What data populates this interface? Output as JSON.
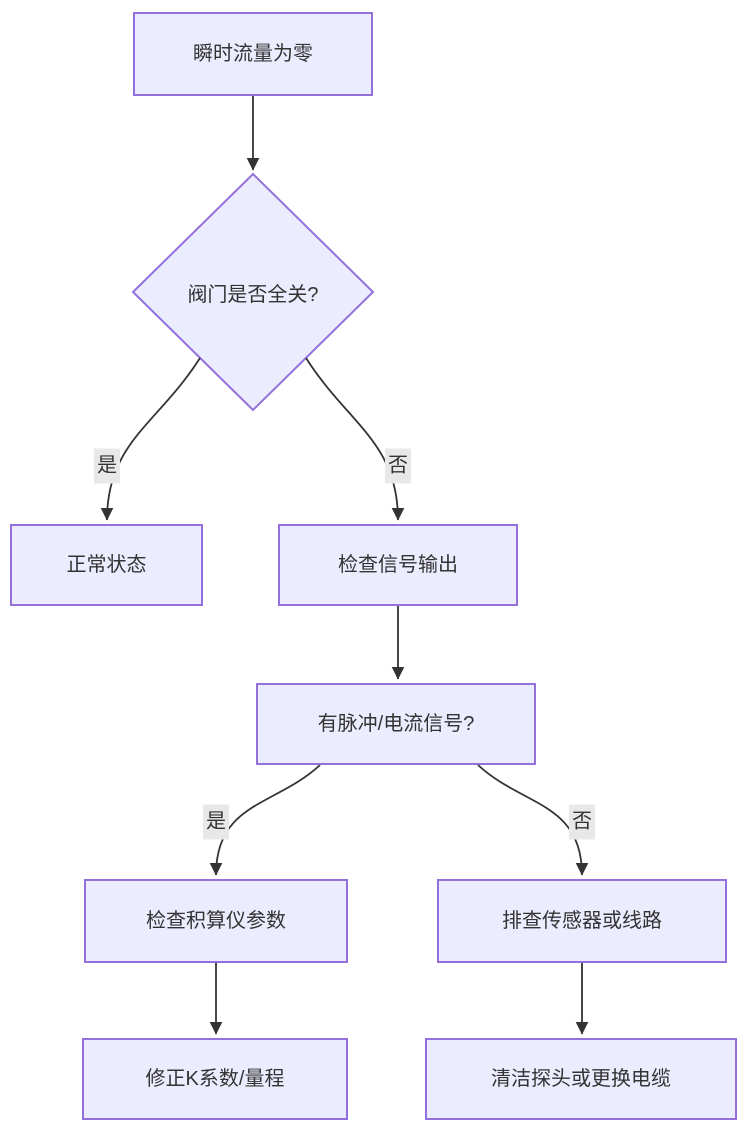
{
  "diagram": {
    "type": "flowchart",
    "direction": "top-down",
    "nodes": {
      "start": {
        "label": "瞬时流量为零",
        "shape": "rect"
      },
      "valve_decision": {
        "label": "阀门是否全关?",
        "shape": "diamond"
      },
      "normal": {
        "label": "正常状态",
        "shape": "rect"
      },
      "check_signal": {
        "label": "检查信号输出",
        "shape": "rect"
      },
      "pulse_question": {
        "label": "有脉冲/电流信号?",
        "shape": "rect"
      },
      "check_totalizer": {
        "label": "检查积算仪参数",
        "shape": "rect"
      },
      "check_sensor": {
        "label": "排查传感器或线路",
        "shape": "rect"
      },
      "fix_k": {
        "label": "修正K系数/量程",
        "shape": "rect"
      },
      "clean_probe": {
        "label": "清洁探头或更换电缆",
        "shape": "rect"
      }
    },
    "edges": [
      {
        "from": "start",
        "to": "valve_decision",
        "label": ""
      },
      {
        "from": "valve_decision",
        "to": "normal",
        "label": "是"
      },
      {
        "from": "valve_decision",
        "to": "check_signal",
        "label": "否"
      },
      {
        "from": "check_signal",
        "to": "pulse_question",
        "label": ""
      },
      {
        "from": "pulse_question",
        "to": "check_totalizer",
        "label": "是"
      },
      {
        "from": "pulse_question",
        "to": "check_sensor",
        "label": "否"
      },
      {
        "from": "check_totalizer",
        "to": "fix_k",
        "label": ""
      },
      {
        "from": "check_sensor",
        "to": "clean_probe",
        "label": ""
      }
    ],
    "edge_labels": {
      "valve_yes": "是",
      "valve_no": "否",
      "pulse_yes": "是",
      "pulse_no": "否"
    },
    "colors": {
      "node_fill": "#ECECFF",
      "node_border": "#9370DB",
      "edge": "#333333",
      "text": "#333333",
      "edge_label_bg": "#e8e8e8",
      "canvas_bg": "#ffffff"
    }
  }
}
